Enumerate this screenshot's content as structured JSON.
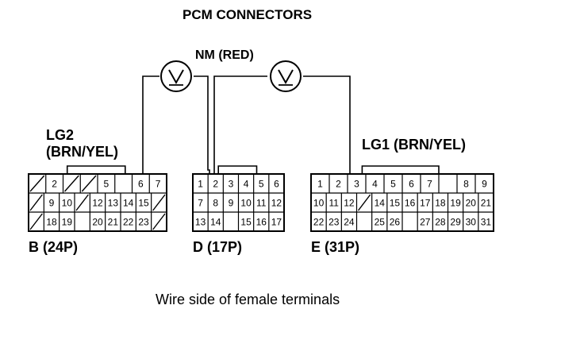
{
  "title": "PCM CONNECTORS",
  "meter_label": "NM (RED)",
  "ground_lg2": {
    "line1": "LG2",
    "line2": "(BRN/YEL)"
  },
  "ground_lg1": "LG1 (BRN/YEL)",
  "caption": "Wire side of female terminals",
  "connectors": [
    {
      "id": "B",
      "label": "B (24P)",
      "rows": [
        [
          "/",
          "2",
          "/",
          "/",
          "5",
          "",
          "6",
          "7"
        ],
        [
          "/",
          "9",
          "10",
          "/",
          "12",
          "13",
          "14",
          "15",
          "/"
        ],
        [
          "/",
          "18",
          "19",
          "",
          "20",
          "21",
          "22",
          "23",
          "/"
        ]
      ]
    },
    {
      "id": "D",
      "label": "D (17P)",
      "rows": [
        [
          "1",
          "2",
          "3",
          "4",
          "5",
          "6"
        ],
        [
          "7",
          "8",
          "9",
          "10",
          "11",
          "12"
        ],
        [
          "13",
          "14",
          "",
          "15",
          "16",
          "17"
        ]
      ]
    },
    {
      "id": "E",
      "label": "E (31P)",
      "rows": [
        [
          "1",
          "2",
          "3",
          "4",
          "5",
          "6",
          "7",
          "",
          "8",
          "9"
        ],
        [
          "10",
          "11",
          "12",
          "/",
          "14",
          "15",
          "16",
          "17",
          "18",
          "19",
          "20",
          "21"
        ],
        [
          "22",
          "23",
          "24",
          "",
          "25",
          "26",
          "",
          "27",
          "28",
          "29",
          "30",
          "31"
        ]
      ]
    }
  ],
  "meters": [
    {
      "id": "left-voltmeter",
      "icon": "voltmeter-icon"
    },
    {
      "id": "right-voltmeter",
      "icon": "voltmeter-icon"
    }
  ]
}
